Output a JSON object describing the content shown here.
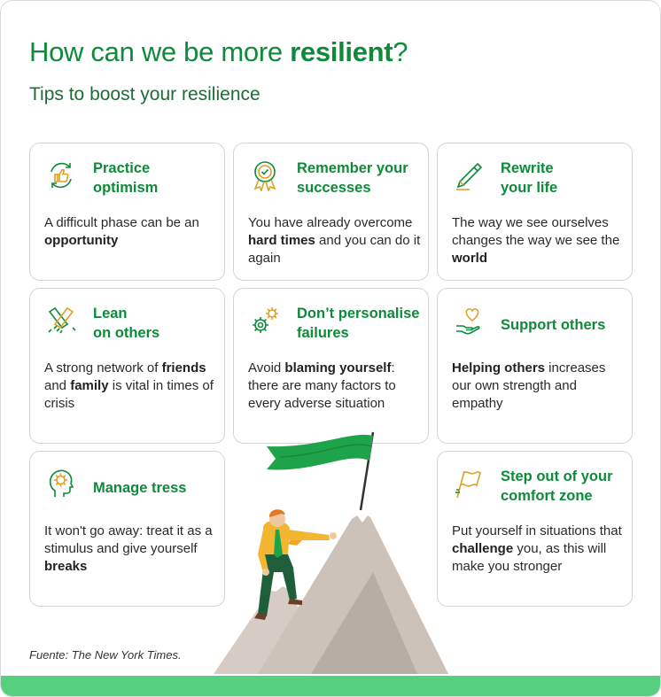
{
  "header": {
    "title_pre": "How can we be more ",
    "title_bold": "resilient",
    "title_post": "?",
    "subtitle": "Tips to boost your resilience"
  },
  "colors": {
    "accent": "#0e8a3a",
    "ground": "#56d07f",
    "flag": "#1fa34a",
    "mountain": "#cfc4bd"
  },
  "tips": [
    {
      "icon": "thumbs-up-cycle-icon",
      "title1": "Practice",
      "title2": "optimism",
      "body": [
        {
          "t": "A difficult phase can be an "
        },
        {
          "t": "opportunity",
          "b": true
        }
      ]
    },
    {
      "icon": "award-medal-icon",
      "title1": "Remember your",
      "title2": "successes",
      "body": [
        {
          "t": "You have already overcome "
        },
        {
          "t": "hard times",
          "b": true
        },
        {
          "t": " and you can do it again"
        }
      ]
    },
    {
      "icon": "pencil-icon",
      "title1": "Rewrite",
      "title2": "your life",
      "body": [
        {
          "t": "The way we see ourselves changes the way we see the "
        },
        {
          "t": "world",
          "b": true
        }
      ]
    },
    {
      "icon": "handshake-icon",
      "title1": "Lean",
      "title2": "on others",
      "body": [
        {
          "t": "A strong network of "
        },
        {
          "t": "friends",
          "b": true
        },
        {
          "t": " and "
        },
        {
          "t": "family",
          "b": true
        },
        {
          "t": " is vital in times of crisis"
        }
      ]
    },
    {
      "icon": "gears-icon",
      "title1": "Don’t personalise",
      "title2": "failures",
      "body": [
        {
          "t": "Avoid "
        },
        {
          "t": "blaming yourself",
          "b": true
        },
        {
          "t": ": there are many factors to every adverse situation"
        }
      ]
    },
    {
      "icon": "heart-hand-icon",
      "title1": "Support others",
      "title2": "",
      "body": [
        {
          "t": "Helping others",
          "b": true
        },
        {
          "t": " increases our own strength and empathy"
        }
      ]
    },
    {
      "icon": "head-mind-icon",
      "title1": "Manage tress",
      "title2": "",
      "body": [
        {
          "t": "It won't go away: treat it as a stimulus and give yourself "
        },
        {
          "t": "breaks",
          "b": true
        }
      ]
    },
    {
      "icon": "flag-icon",
      "title1": "Step out of your",
      "title2": "comfort zone",
      "body": [
        {
          "t": "Put yourself in situations that "
        },
        {
          "t": "challenge",
          "b": true
        },
        {
          "t": " you, as this will make you stronger"
        }
      ]
    }
  ],
  "footer": {
    "source": "Fuente: The New York Times."
  }
}
